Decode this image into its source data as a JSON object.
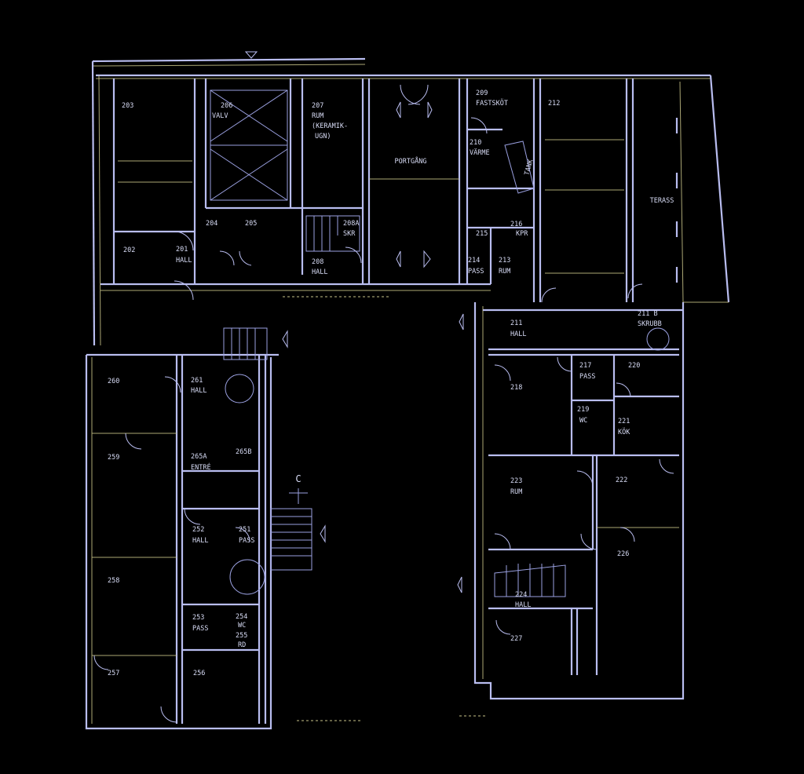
{
  "colors": {
    "background": "#000000",
    "wall": "#b9bdf0",
    "accent": "#c9c48a"
  },
  "section_marker": "C",
  "rooms": {
    "r203": "203",
    "r206": "206",
    "r206_name": "VALV",
    "r207": "207",
    "r207_name1": "RUM",
    "r207_name2": "(KERAMIK-",
    "r207_name3": "UGN)",
    "portgang": "PORTGÅNG",
    "r209": "209",
    "r209_name": "FASTSKÖT",
    "r212": "212",
    "r210": "210",
    "r210_name": "VÄRME",
    "tank": "TANK",
    "terass": "TERASS",
    "r204": "204",
    "r205": "205",
    "r202": "202",
    "r201": "201",
    "r201_name": "HALL",
    "r208a": "208A",
    "r208a_name": "SKR",
    "r208": "208",
    "r208_name": "HALL",
    "r215": "215",
    "r214": "214",
    "r214_name": "PASS",
    "r213": "213",
    "r213_name": "RUM",
    "r216": "216",
    "r216_name": "KPR",
    "r211": "211",
    "r211_name": "HALL",
    "r211b": "211 B",
    "r211b_name": "SKRUBB",
    "r260": "260",
    "r261": "261",
    "r261_name": "HALL",
    "r259": "259",
    "r265a": "265A",
    "r265a_name": "ENTRÉ",
    "r265b": "265B",
    "r252": "252",
    "r252_name": "HALL",
    "r251": "251",
    "r251_name": "PASS",
    "r258": "258",
    "r253": "253",
    "r253_name": "PASS",
    "r254": "254",
    "r254_name": "WC",
    "r255": "255",
    "r255_name": "RD",
    "r257": "257",
    "r256": "256",
    "r218": "218",
    "r217": "217",
    "r217_name": "PASS",
    "r220": "220",
    "r219": "219",
    "r219_name": "WC",
    "r221": "221",
    "r221_name": "KÖK",
    "r223": "223",
    "r223_name": "RUM",
    "r222": "222",
    "r226": "226",
    "r224": "224",
    "r224_name": "HALL",
    "r227": "227"
  }
}
